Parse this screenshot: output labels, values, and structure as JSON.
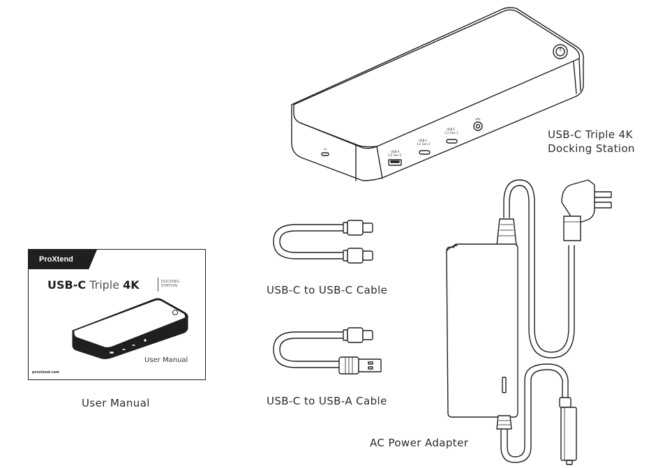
{
  "labels": {
    "dock_line1": "USB-C Triple 4K",
    "dock_line2": "Docking Station",
    "usbc_usbc_cable": "USB-C to USB-C Cable",
    "usbc_usba_cable": "USB-C to USB-A Cable",
    "ac_adapter": "AC Power Adapter",
    "user_manual": "User Manual"
  },
  "dock_ports": {
    "usba": [
      "USB-A",
      "3.2 Gen 2"
    ],
    "usbc1": [
      "USB-C",
      "3.2 Gen 2"
    ],
    "usbc2": [
      "USB-C",
      "3.2 Gen 1"
    ]
  },
  "manual": {
    "brand": "ProXtend",
    "title_bold": "USB-C",
    "title_light": "Triple",
    "title_bold2": "4K",
    "subtitle_line1": "DOCKING",
    "subtitle_line2": "STATION",
    "cover_text": "User Manual",
    "website": "proxtend.com"
  },
  "colors": {
    "line": "#1f1f1f",
    "background": "#ffffff"
  }
}
